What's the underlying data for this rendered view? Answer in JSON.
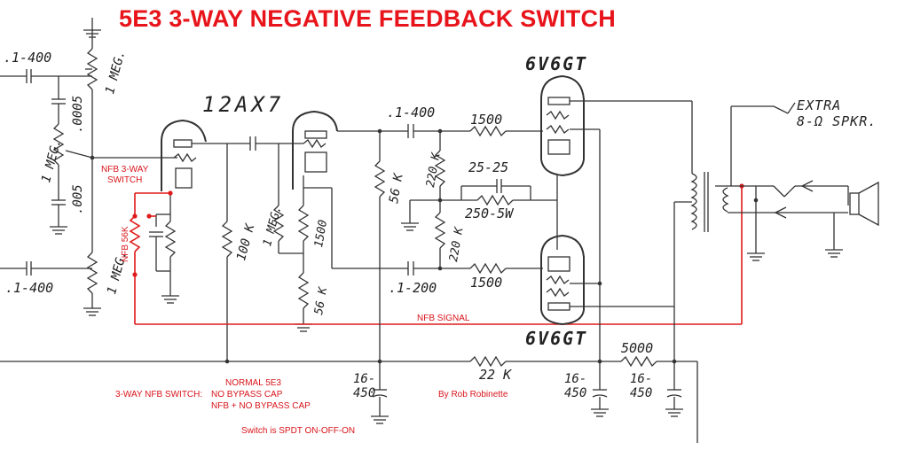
{
  "title": "5E3  3-WAY NEGATIVE FEEDBACK SWITCH",
  "tubes": {
    "preamp": "12AX7",
    "power_top": "6V6GT",
    "power_bottom": "6V6GT"
  },
  "components": {
    "cap_in_top": ".1-400",
    "cap_in_bottom": ".1-400",
    "pot_top": "1 MEG.",
    "pot_bottom": "1 MEG.",
    "cap_0005": ".0005",
    "pot_mid": "1 MEG.",
    "cap_005": ".005",
    "res_100k": "100 K",
    "res_1meg_grid": "1 MEG.",
    "res_1500_cathode": "1500",
    "res_56k_tail": "56 K",
    "res_56k_plate": "56 K",
    "cap_coupling_top": ".1-400",
    "cap_coupling_bottom": ".1-200",
    "res_220k_top": "220 K",
    "res_220k_bottom": "220 K",
    "res_1500_top": "1500",
    "res_1500_bottom": "1500",
    "cap_25_25": "25-25",
    "res_250_5w": "250-5W",
    "res_22k": "22 K",
    "res_5000": "5000",
    "filter_cap_1": "16-\n450",
    "filter_cap_2": "16-\n450",
    "filter_cap_3": "16-\n450",
    "speaker_label": "EXTRA\n8-Ω SPKR."
  },
  "annotations": {
    "nfb_switch": "NFB 3-WAY\nSWITCH",
    "nfb_56k": "NFB 56K",
    "nfb_signal": "NFB SIGNAL",
    "normal_5e3": "NORMAL 5E3",
    "switch_label": "3-WAY NFB SWITCH:",
    "no_bypass": "NO BYPASS CAP",
    "nfb_no_bypass": "NFB + NO BYPASS CAP",
    "author": "By Rob Robinette",
    "switch_type": "Switch is SPDT ON-OFF-ON"
  },
  "colors": {
    "title": "#e8141b",
    "annotation": "#d8141b",
    "wire": "#333333"
  }
}
